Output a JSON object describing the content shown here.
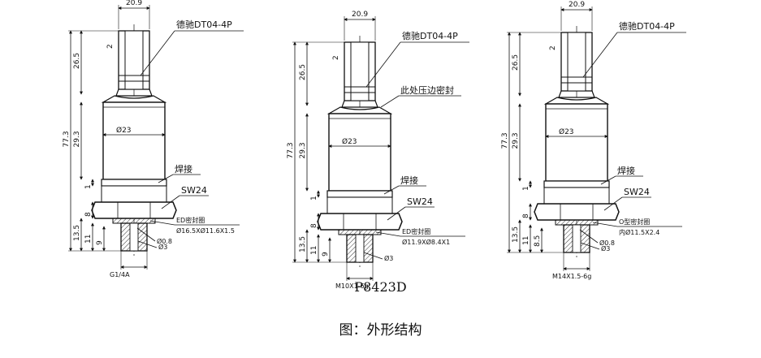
{
  "diagrams": [
    {
      "top_width": "20.9",
      "connector": "德驰DT04-4P",
      "dim_conn_small": "2",
      "dim_conn_height": "26.5",
      "dim_total": "77.3",
      "dim_body": "29.3",
      "dia_body": "Ø23",
      "weld_label": "焊接",
      "hex_label": "SW24",
      "dim_weld": "1",
      "dim_hex": "8",
      "seal_label": "ED密封圈",
      "seal_size": "Ø16.5XØ11.6X1.5",
      "orifice": "Ø0.8",
      "bore": "Ø3",
      "dim_thread_outer": "13.5",
      "dim_thread_mid": "11",
      "dim_thread_inner": "9",
      "thread": "G1/4A",
      "extra_label": ""
    },
    {
      "top_width": "20.9",
      "connector": "德驰DT04-4P",
      "dim_conn_small": "2",
      "dim_conn_height": "26.5",
      "dim_total": "77.3",
      "dim_body": "29.3",
      "dia_body": "Ø23",
      "weld_label": "焊接",
      "hex_label": "SW24",
      "dim_weld": "1",
      "dim_hex": "8",
      "seal_label": "ED密封圈",
      "seal_size": "Ø11.9XØ8.4X1",
      "orifice": "",
      "bore": "Ø3",
      "dim_thread_outer": "13.5",
      "dim_thread_mid": "11",
      "dim_thread_inner": "9",
      "thread": "M10X1-6g",
      "extra_label": "此处压边密封"
    },
    {
      "top_width": "20.9",
      "connector": "德驰DT04-4P",
      "dim_conn_small": "2",
      "dim_conn_height": "26.5",
      "dim_total": "77.3",
      "dim_body": "29.3",
      "dia_body": "Ø23",
      "weld_label": "焊接",
      "hex_label": "SW24",
      "dim_weld": "1",
      "dim_hex": "8",
      "seal_label": "O型密封圈",
      "seal_size": "内Ø11.5X2.4",
      "orifice": "Ø0.8",
      "bore": "Ø3",
      "dim_thread_outer": "13.5",
      "dim_thread_mid": "11",
      "dim_thread_inner": "8.5",
      "thread": "M14X1.5-6g",
      "extra_label": ""
    }
  ],
  "model": "P8423D",
  "caption": "图：外形结构"
}
